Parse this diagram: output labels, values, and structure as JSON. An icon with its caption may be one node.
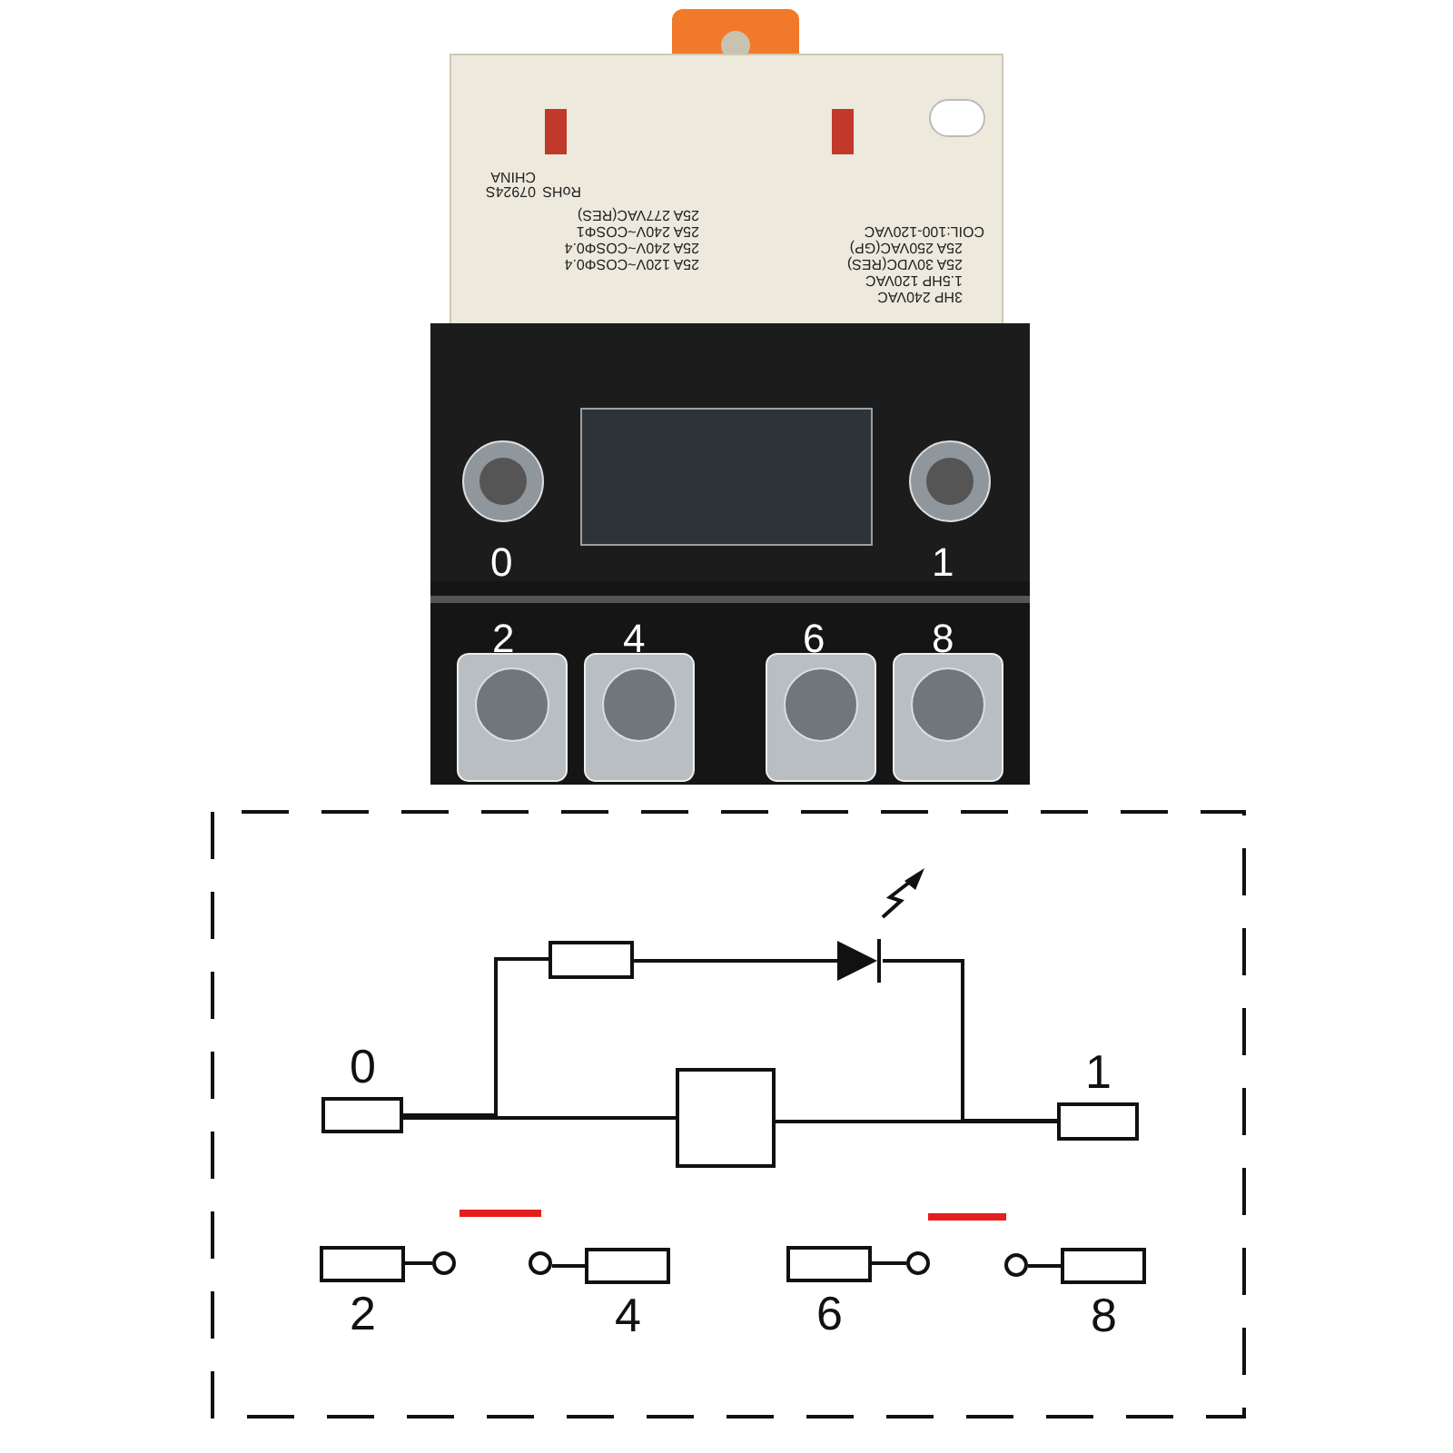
{
  "diagram": {
    "nodes": [
      {
        "text": [],
        "shape": "box",
        "beside": [
          "0"
        ]
      },
      {
        "text": [],
        "shape": "box"
      },
      {
        "text": [],
        "shape": "diode"
      },
      {
        "text": [],
        "shape": "box"
      },
      {
        "text": [],
        "shape": "box",
        "beside": [
          "1"
        ]
      },
      {
        "text": [],
        "shape": "box",
        "beside": [
          "2"
        ]
      },
      {
        "text": [],
        "shape": "circle"
      },
      {
        "text": [],
        "shape": "circle"
      },
      {
        "text": [],
        "shape": "box",
        "beside": [
          "4"
        ]
      },
      {
        "text": [],
        "shape": "box",
        "beside": [
          "6"
        ]
      },
      {
        "text": [],
        "shape": "circle"
      },
      {
        "text": [],
        "shape": "circle"
      },
      {
        "text": [],
        "shape": "box",
        "beside": [
          "8"
        ]
      }
    ],
    "edges": [
      {
        "from": 0,
        "to": 1,
        "arrow": "none"
      },
      {
        "from": 0,
        "to": 3,
        "arrow": "none"
      },
      {
        "from": 1,
        "to": 2,
        "arrow": "none"
      },
      {
        "from": 2,
        "to": 4,
        "arrow": "none"
      },
      {
        "from": 3,
        "to": 4,
        "arrow": "none"
      },
      {
        "from": 5,
        "to": 6,
        "arrow": "none"
      },
      {
        "from": 7,
        "to": 8,
        "arrow": "none"
      },
      {
        "from": 9,
        "to": 10,
        "arrow": "none"
      },
      {
        "from": 11,
        "to": 12,
        "arrow": "none"
      }
    ],
    "labels": [
      "0",
      "1",
      "2",
      "4",
      "6",
      "8",
      "COIL:100-120VAC",
      "25A 250VAC(GP)",
      "25A 30VDC(RES)",
      "1.5HP 120VAC",
      "3HP 240VAC",
      "25A 277VAC(RES)",
      "25A 240V~COSΦ1",
      "25A 240V~COSΦ0.4",
      "25A 120V~COSΦ0.4",
      "RoHS",
      "CHINA",
      "07924S"
    ]
  }
}
